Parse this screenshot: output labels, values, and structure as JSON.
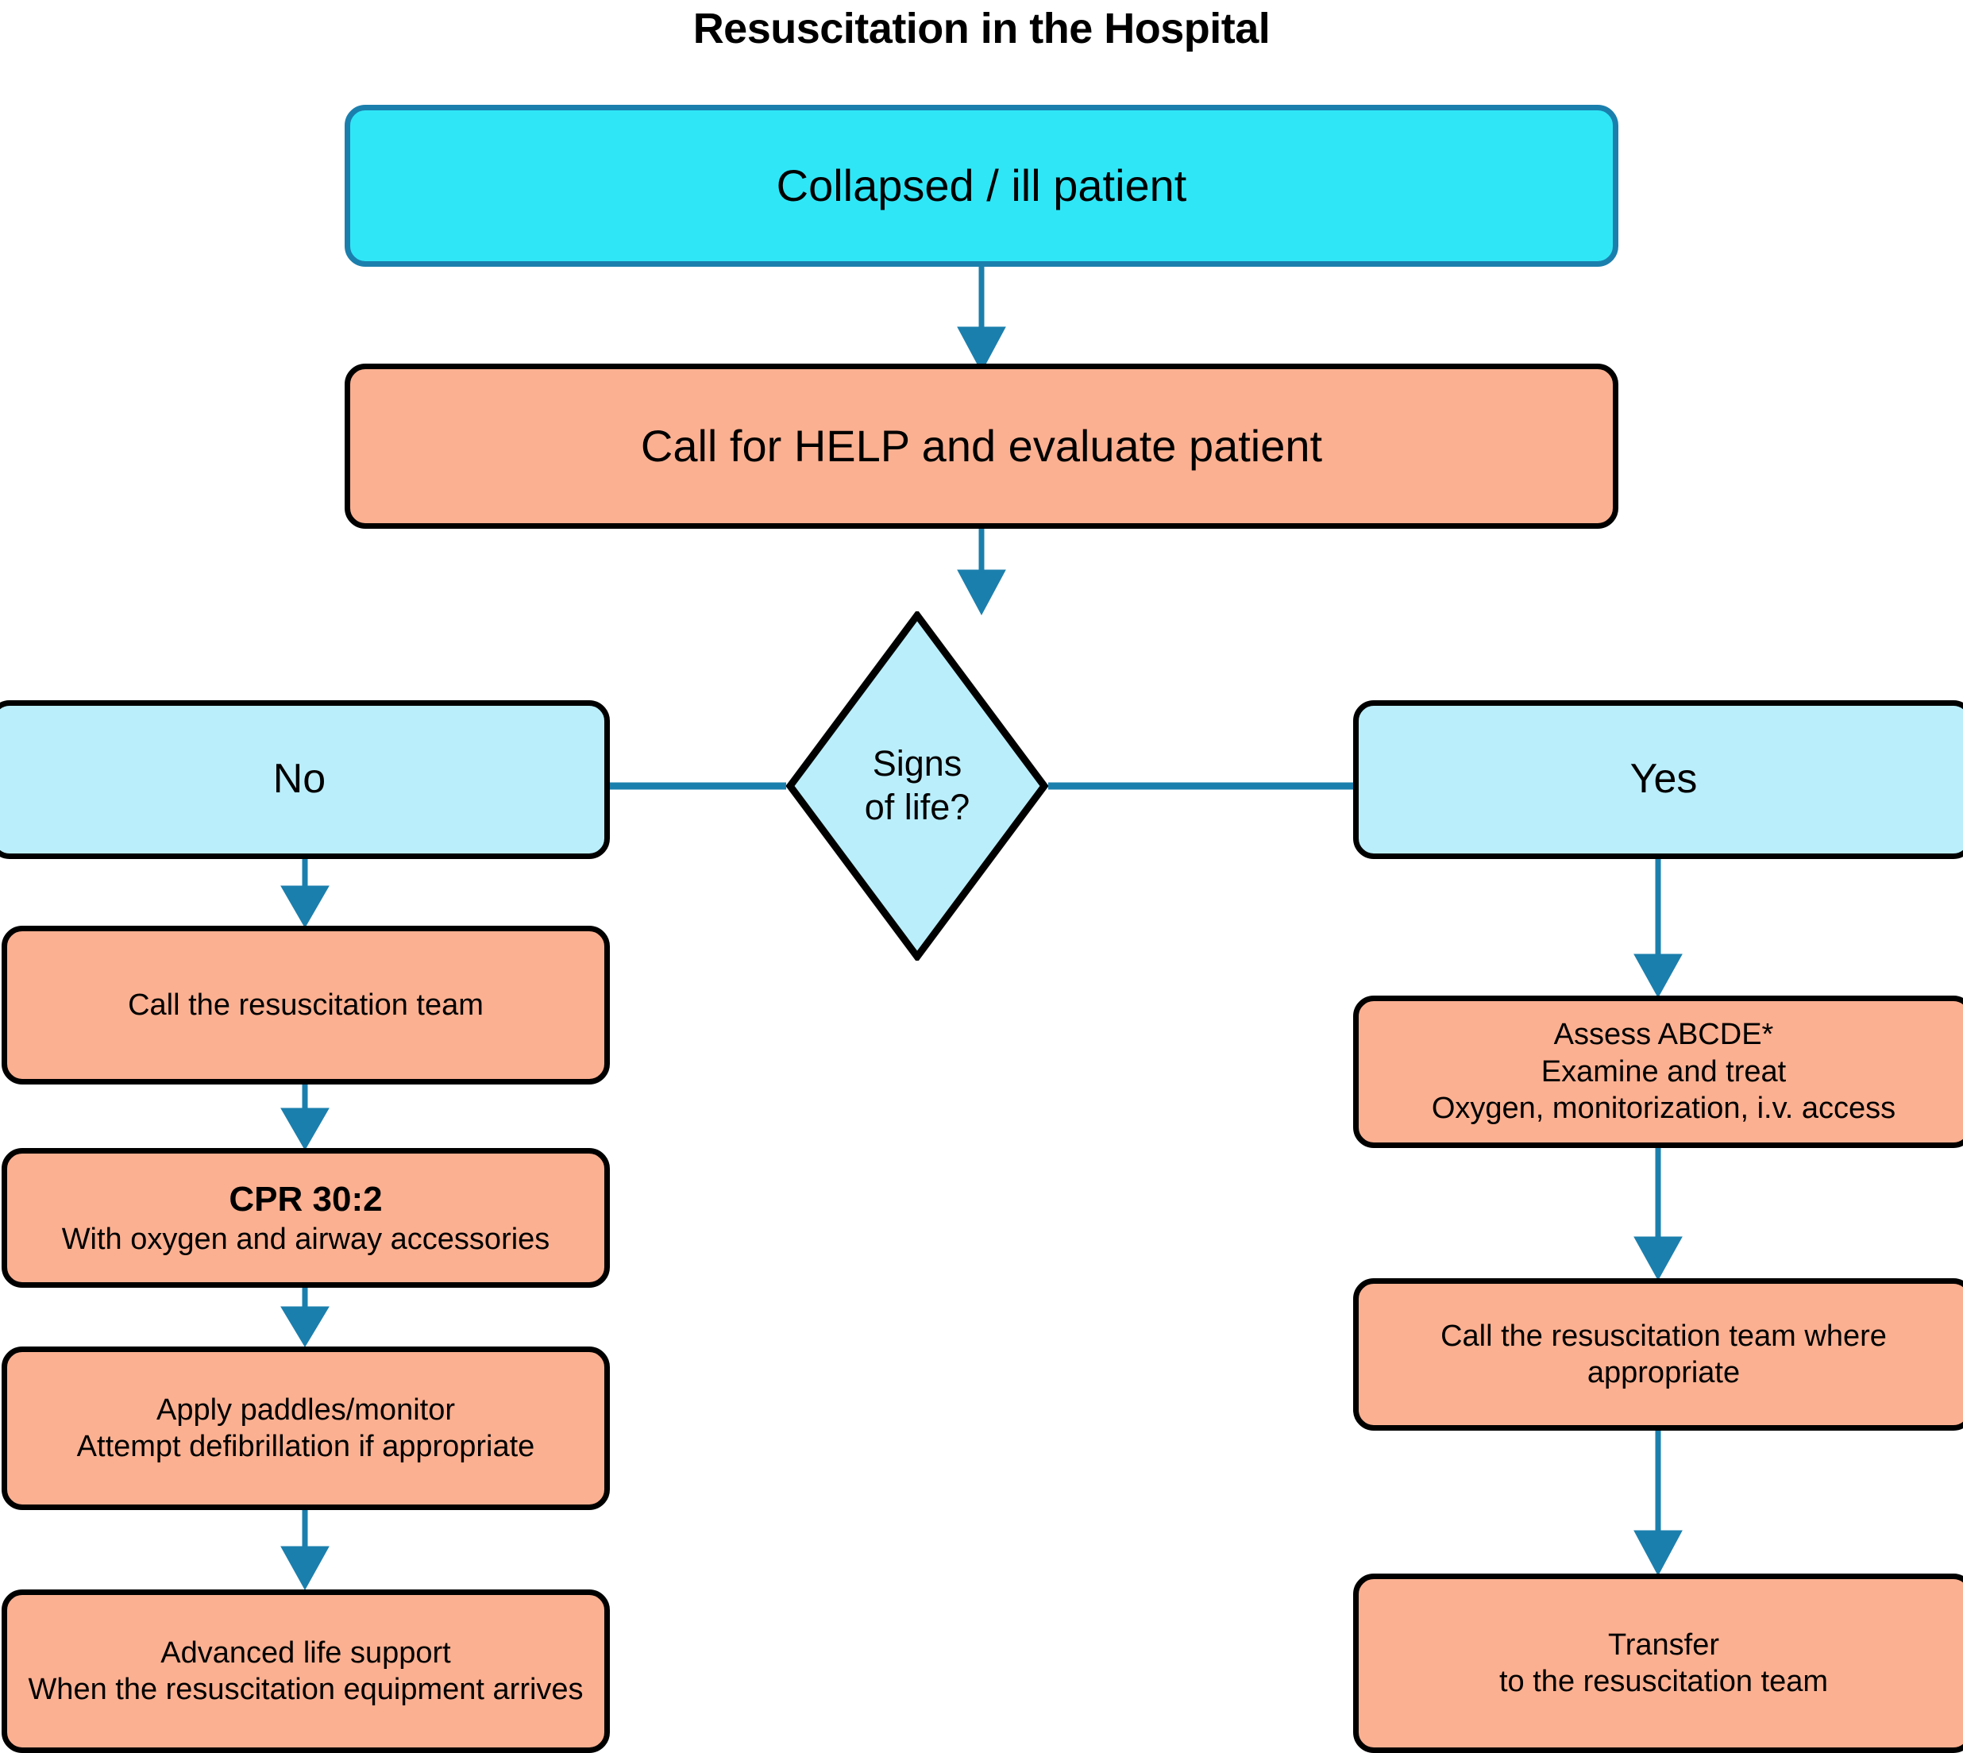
{
  "title": "Resuscitation in the Hospital",
  "colors": {
    "cyan_fill": "#2fe6f7",
    "cyan_border": "#1b7fad",
    "lightblue_fill": "#baeefb",
    "salmon_fill": "#fbb091",
    "node_border": "#000000",
    "connector": "#1b7fad"
  },
  "nodes": {
    "start": {
      "label": "Collapsed / ill patient"
    },
    "call_help": {
      "label": "Call for HELP and evaluate patient"
    },
    "decision": {
      "line1": "Signs",
      "line2": "of life?"
    },
    "branch_no": {
      "label": "No"
    },
    "branch_yes": {
      "label": "Yes"
    },
    "left_1": {
      "label": "Call the resuscitation team"
    },
    "left_2": {
      "line1": "CPR 30:2",
      "line2": "With oxygen and airway accessories"
    },
    "left_3": {
      "line1": "Apply paddles/monitor",
      "line2": "Attempt defibrillation if appropriate"
    },
    "left_4": {
      "line1": "Advanced life support",
      "line2": "When the resuscitation equipment arrives"
    },
    "right_1": {
      "line1": "Assess ABCDE*",
      "line2": "Examine and treat",
      "line3": "Oxygen, monitorization, i.v. access"
    },
    "right_2": {
      "line1": "Call the resuscitation team where",
      "line2": "appropriate"
    },
    "right_3": {
      "line1": "Transfer",
      "line2": "to the resuscitation team"
    }
  },
  "edges": [
    {
      "name": "start-to-call-help",
      "from": "start",
      "to": "call_help",
      "direction": "down"
    },
    {
      "name": "call-help-to-decision",
      "from": "call_help",
      "to": "decision",
      "direction": "down"
    },
    {
      "name": "decision-to-no",
      "from": "decision",
      "to": "branch_no",
      "direction": "left"
    },
    {
      "name": "decision-to-yes",
      "from": "decision",
      "to": "branch_yes",
      "direction": "right"
    },
    {
      "name": "no-to-left-1",
      "from": "branch_no",
      "to": "left_1",
      "direction": "down"
    },
    {
      "name": "left-1-to-left-2",
      "from": "left_1",
      "to": "left_2",
      "direction": "down"
    },
    {
      "name": "left-2-to-left-3",
      "from": "left_2",
      "to": "left_3",
      "direction": "down"
    },
    {
      "name": "left-3-to-left-4",
      "from": "left_3",
      "to": "left_4",
      "direction": "down"
    },
    {
      "name": "yes-to-right-1",
      "from": "branch_yes",
      "to": "right_1",
      "direction": "down"
    },
    {
      "name": "right-1-to-right-2",
      "from": "right_1",
      "to": "right_2",
      "direction": "down"
    },
    {
      "name": "right-2-to-right-3",
      "from": "right_2",
      "to": "right_3",
      "direction": "down"
    }
  ]
}
